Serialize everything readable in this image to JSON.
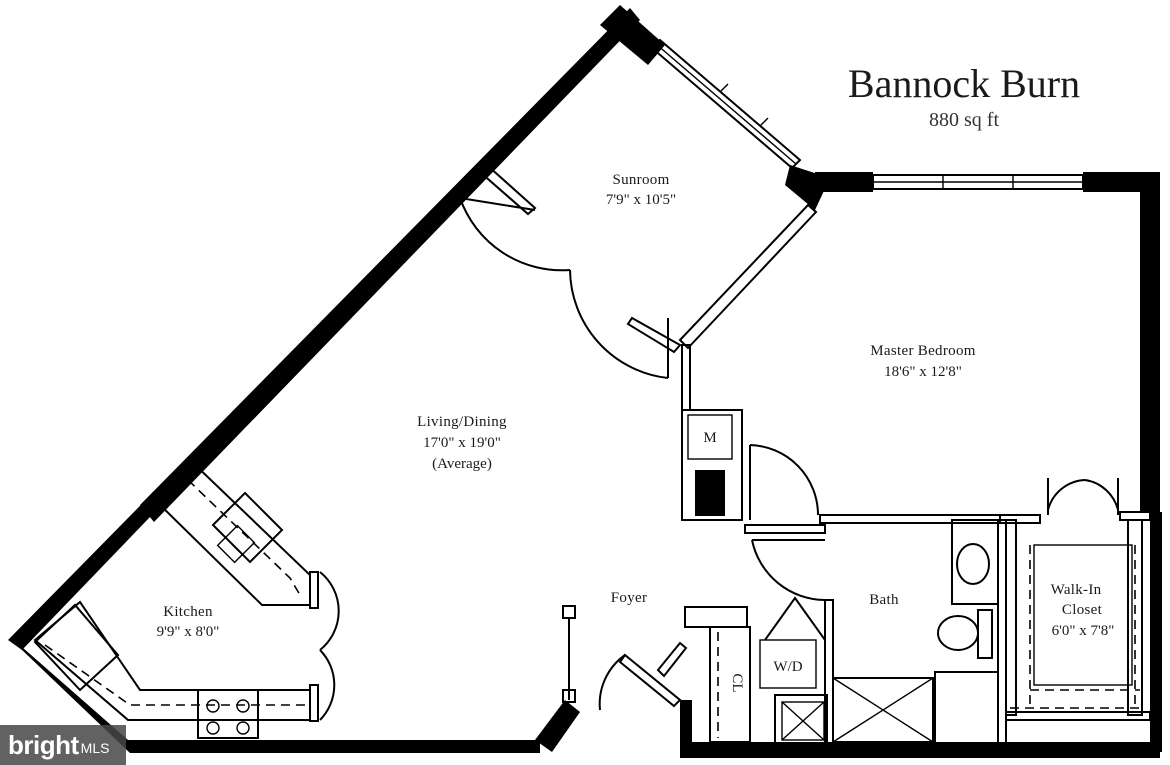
{
  "plan": {
    "title": "Bannock Burn",
    "area": "880 sq ft"
  },
  "rooms": {
    "sunroom": {
      "name": "Sunroom",
      "dims": "7'9\" x 10'5\""
    },
    "master_bedroom": {
      "name": "Master Bedroom",
      "dims": "18'6\" x 12'8\""
    },
    "living_dining": {
      "name": "Living/Dining",
      "dims": "17'0\" x 19'0\"",
      "note": "(Average)"
    },
    "kitchen": {
      "name": "Kitchen",
      "dims": "9'9\" x 8'0\""
    },
    "foyer": {
      "name": "Foyer"
    },
    "bath": {
      "name": "Bath"
    },
    "walk_in_closet": {
      "name_line1": "Walk-In",
      "name_line2": "Closet",
      "dims": "6'0\" x 7'8\""
    }
  },
  "fixtures": {
    "mechanical": "M",
    "washer_dryer": "W/D",
    "closet": "CL"
  },
  "watermark": {
    "brand": "bright",
    "suffix": "MLS"
  }
}
